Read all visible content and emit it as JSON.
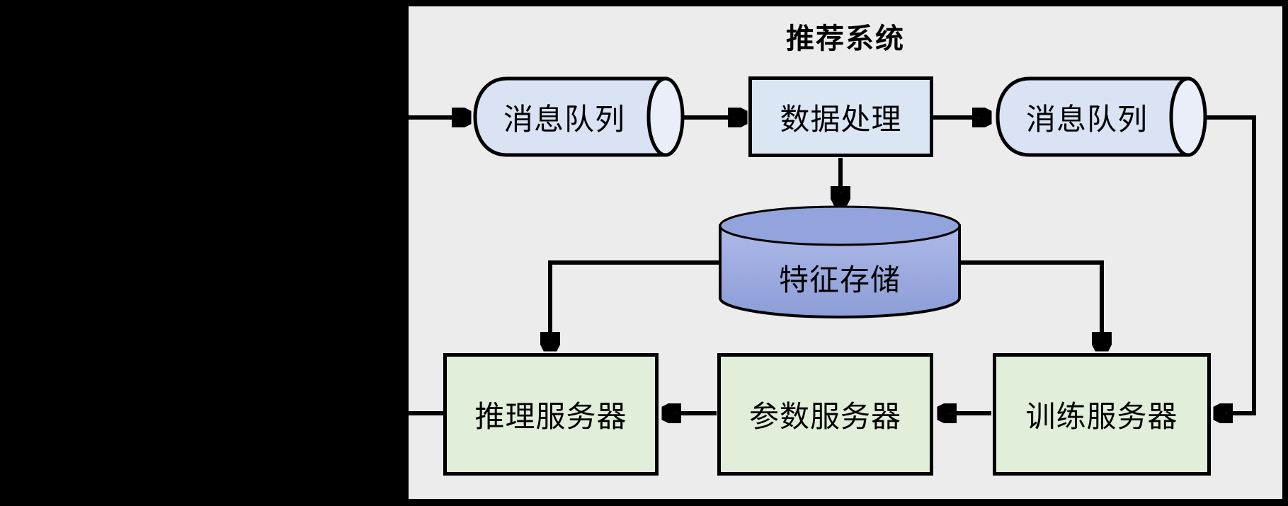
{
  "diagram": {
    "title": "推荐系统",
    "nodes": {
      "mq1": {
        "label": "消息队列",
        "shape": "horizontal-cylinder"
      },
      "dataProcessing": {
        "label": "数据处理",
        "shape": "rectangle"
      },
      "mq2": {
        "label": "消息队列",
        "shape": "horizontal-cylinder"
      },
      "featureStore": {
        "label": "特征存储",
        "shape": "database-cylinder"
      },
      "inferenceServer": {
        "label": "推理服务器",
        "shape": "rectangle"
      },
      "parameterServer": {
        "label": "参数服务器",
        "shape": "rectangle"
      },
      "trainingServer": {
        "label": "训练服务器",
        "shape": "rectangle"
      }
    },
    "edges": [
      {
        "from": "external-left",
        "to": "mq1"
      },
      {
        "from": "mq1",
        "to": "dataProcessing"
      },
      {
        "from": "dataProcessing",
        "to": "mq2"
      },
      {
        "from": "dataProcessing",
        "to": "featureStore"
      },
      {
        "from": "mq2",
        "to": "trainingServer"
      },
      {
        "from": "featureStore",
        "to": "inferenceServer"
      },
      {
        "from": "featureStore",
        "to": "trainingServer"
      },
      {
        "from": "trainingServer",
        "to": "parameterServer"
      },
      {
        "from": "parameterServer",
        "to": "inferenceServer"
      },
      {
        "from": "inferenceServer",
        "to": "external-left"
      }
    ],
    "colors": {
      "canvas": "#000000",
      "panel_bg": "#ececec",
      "stroke": "#000000",
      "queue_body": "#d9e3f4",
      "queue_cap": "#e9eef9",
      "process_fill": "#dbe6f5",
      "store_top": "#93a3db",
      "store_body_light": "#aeb9e7",
      "store_body_dark": "#8c9dd7",
      "server_fill": "#e1eeda"
    }
  }
}
